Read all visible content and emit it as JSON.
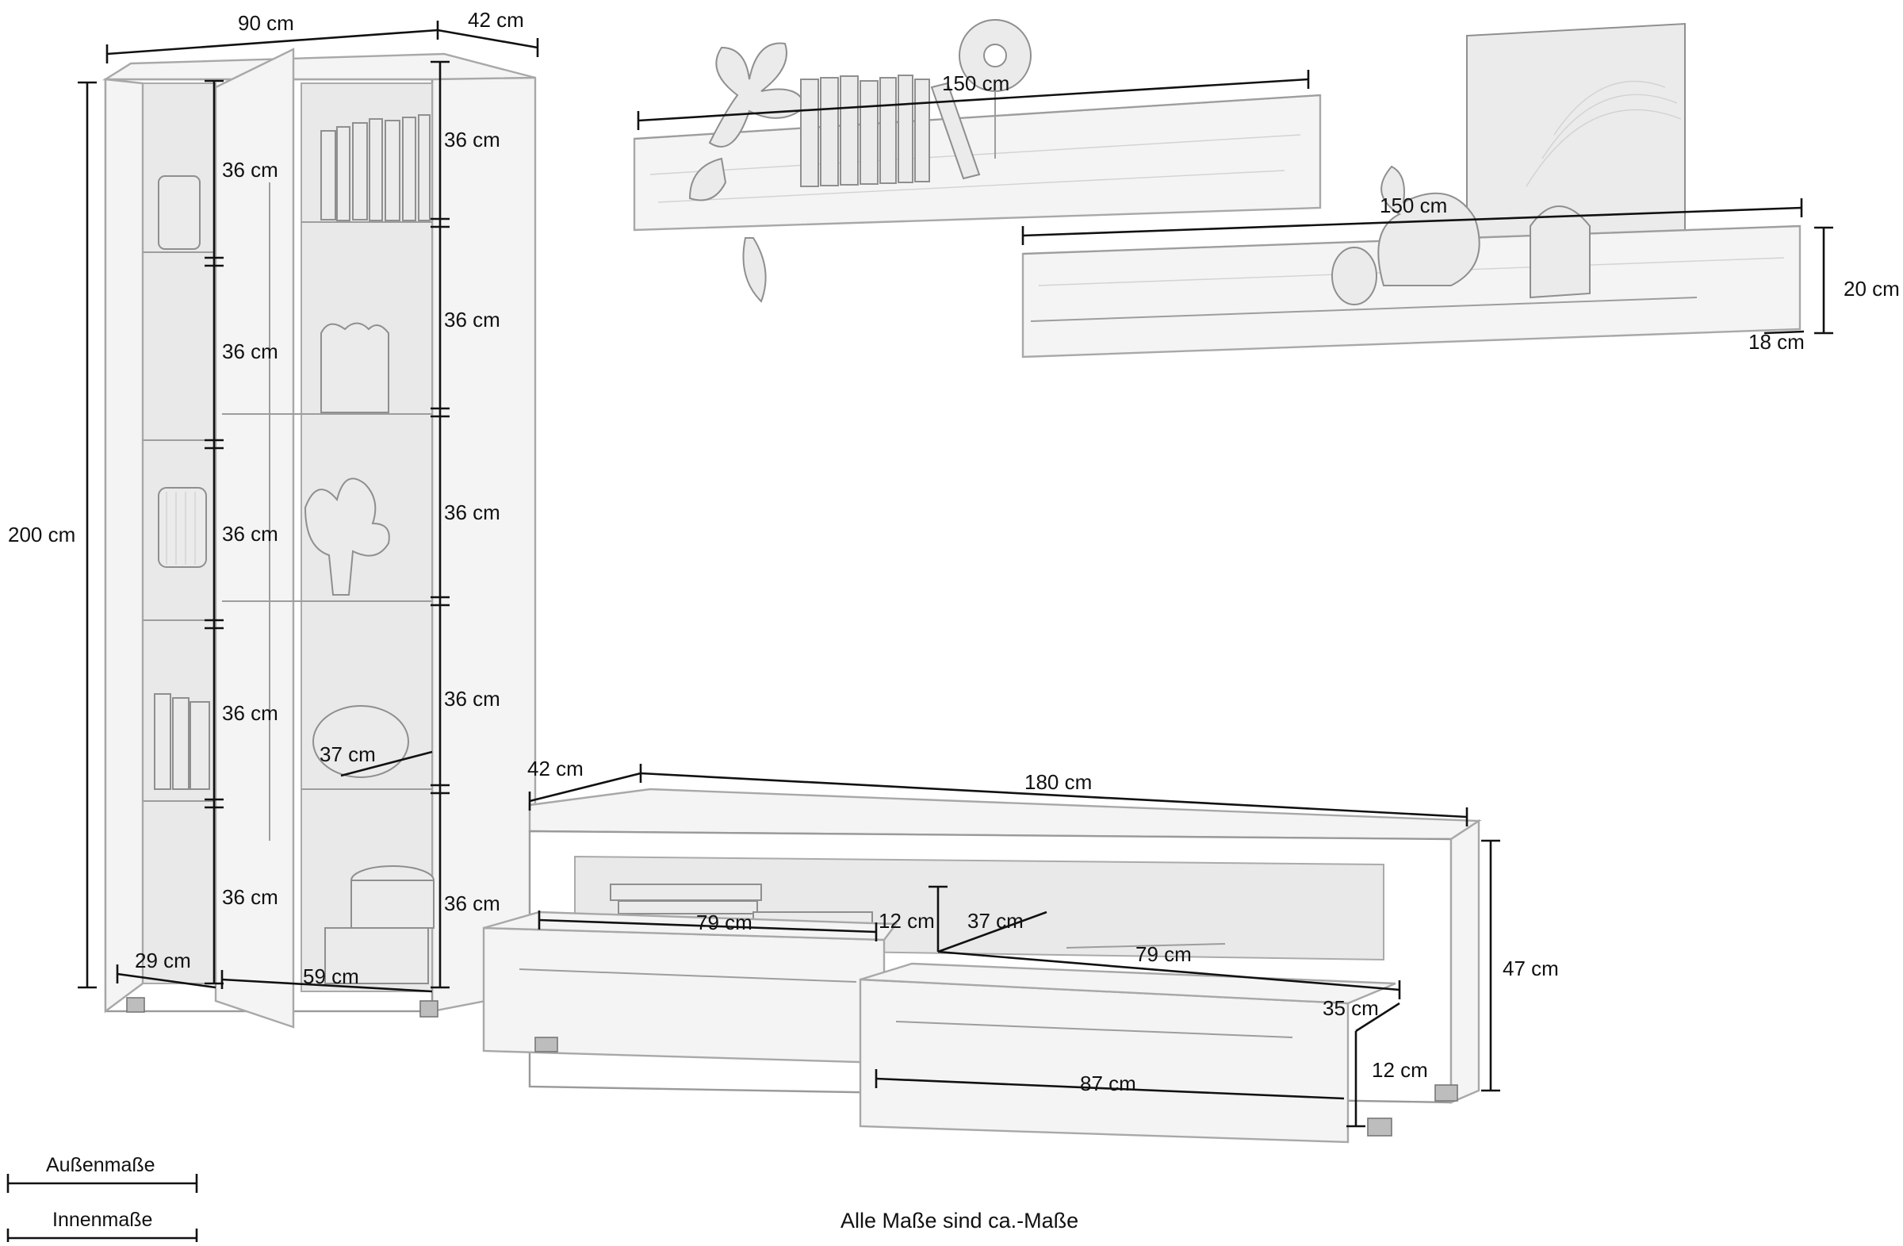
{
  "cabinet": {
    "width": "90 cm",
    "depth": "42 cm",
    "height": "200 cm",
    "left_compartments": [
      "36 cm",
      "36 cm",
      "36 cm",
      "36 cm",
      "36 cm"
    ],
    "right_compartments": [
      "36 cm",
      "36 cm",
      "36 cm",
      "36 cm",
      "36 cm"
    ],
    "last_left_compartment": "36 cm",
    "shelf_depth": "37 cm",
    "left_inner_width": "29 cm",
    "right_inner_width": "59 cm"
  },
  "shelf_upper": {
    "width": "150 cm"
  },
  "shelf_lower": {
    "width": "150 cm",
    "height": "20 cm",
    "depth": "18 cm"
  },
  "tv_board": {
    "depth": "42 cm",
    "width": "180 cm",
    "height": "47 cm",
    "left_drawer_width": "79 cm",
    "opening_height": "12 cm",
    "opening_depth": "37 cm",
    "right_opening_width": "79 cm",
    "drawer_depth": "35 cm",
    "drawer_height": "12 cm",
    "drawer_width": "87 cm"
  },
  "legend": {
    "outer": "Außenmaße",
    "inner": "Innenmaße"
  },
  "footnote": "Alle Maße sind ca.-Maße"
}
